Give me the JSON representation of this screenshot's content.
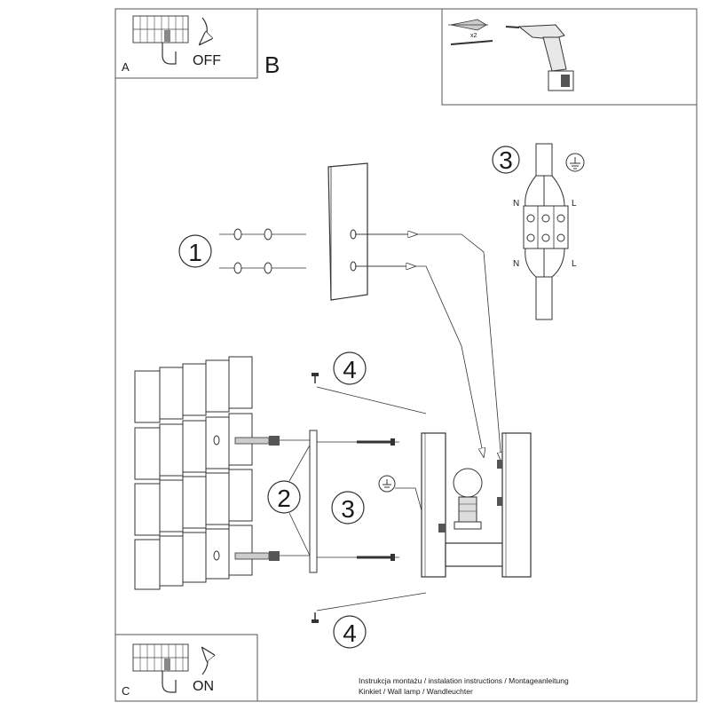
{
  "panels": {
    "a": {
      "letter": "A",
      "state": "OFF"
    },
    "b": {
      "letter": "B"
    },
    "c": {
      "letter": "C",
      "state": "ON"
    }
  },
  "tools": {
    "anchor_qty": "x2"
  },
  "callouts": {
    "mounting_plate_screws": "1",
    "bracket_screws": "2",
    "ground_top": "3",
    "ground_side": "3",
    "cap_screw_top": "4",
    "cap_screw_bottom": "4"
  },
  "wiring": {
    "neutral_top": "N",
    "live_top": "L",
    "neutral_bottom": "N",
    "live_bottom": "L"
  },
  "footer": {
    "line1": "Instrukcja montażu / instalation instructions / Montageanleitung",
    "line2": "Kinkiet / Wall lamp / Wandleuchter"
  }
}
